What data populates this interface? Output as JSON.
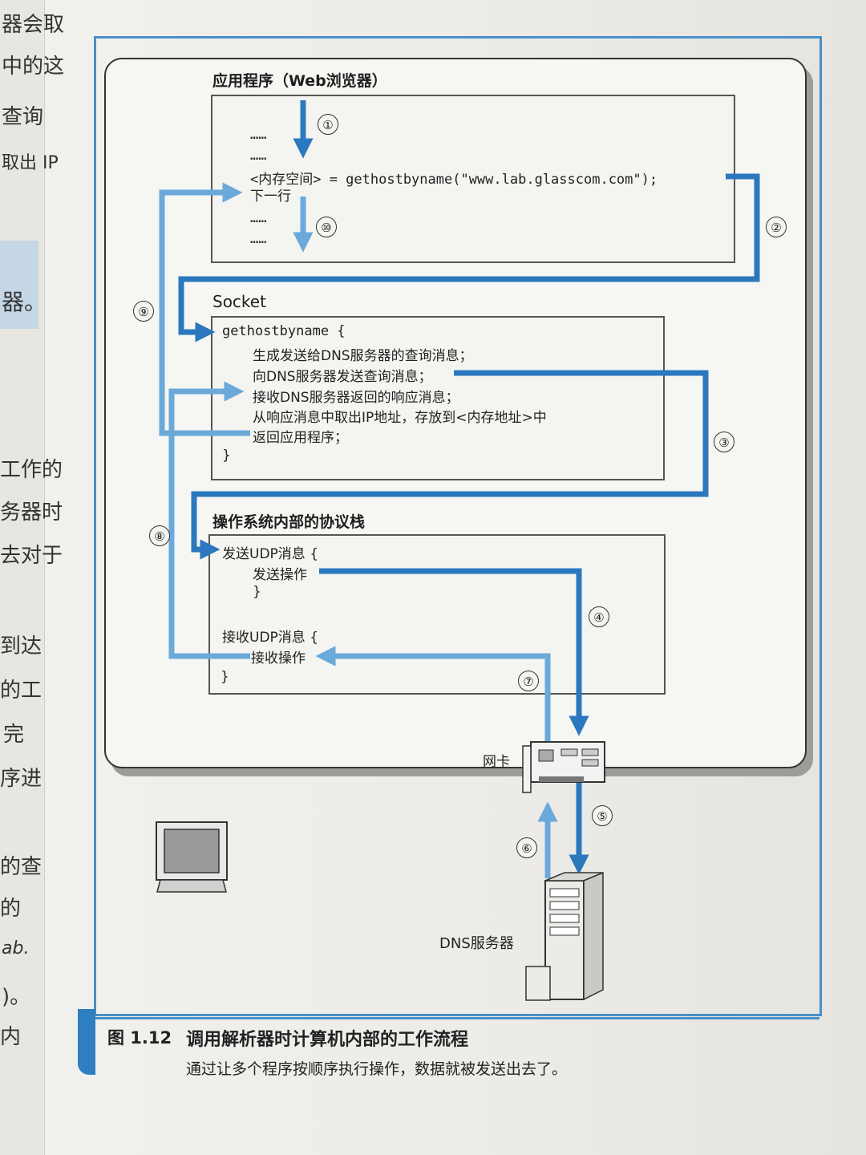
{
  "app": {
    "title": "应用程序（Web浏览器）"
  },
  "app_lines": [
    "……",
    "……",
    "<内存空间> = gethostbyname(\"www.lab.glasscom.com\");",
    "下一行",
    "……",
    "……"
  ],
  "socket": {
    "title": "Socket",
    "lines": [
      "gethostbyname  {",
      "生成发送给DNS服务器的查询消息；",
      "向DNS服务器发送查询消息；",
      "接收DNS服务器返回的响应消息；",
      "从响应消息中取出IP地址，存放到<内存地址>中",
      "返回应用程序；",
      "}"
    ]
  },
  "os": {
    "title": "操作系统内部的协议栈",
    "send_header": "发送UDP消息   {",
    "send_op": "发送操作",
    "close1": "}",
    "recv_header": "接收UDP消息   {",
    "recv_op": "接收操作",
    "close2": "}"
  },
  "nic": {
    "label": "网卡"
  },
  "dns": {
    "label": "DNS服务器"
  },
  "steps": [
    "①",
    "②",
    "③",
    "④",
    "⑤",
    "⑥",
    "⑦",
    "⑧",
    "⑨",
    "⑩"
  ],
  "caption": {
    "fig": "图 1.12",
    "title": "调用解析器时计算机内部的工作流程",
    "subtitle": "通过让多个程序按顺序执行操作，数据就被发送出去了。"
  },
  "left_margin_text": [
    "器会取",
    "中的这",
    "查询",
    "取出 IP",
    "器。",
    "工作的",
    "务器时",
    "去对于",
    "到达",
    "的工",
    "完",
    "序进",
    "的查",
    "的",
    "ab.",
    ")。",
    "内"
  ],
  "colors": {
    "arrow_dark": "#2b78bf",
    "arrow_light": "#6aa9da",
    "frame": "#4a90c8"
  }
}
